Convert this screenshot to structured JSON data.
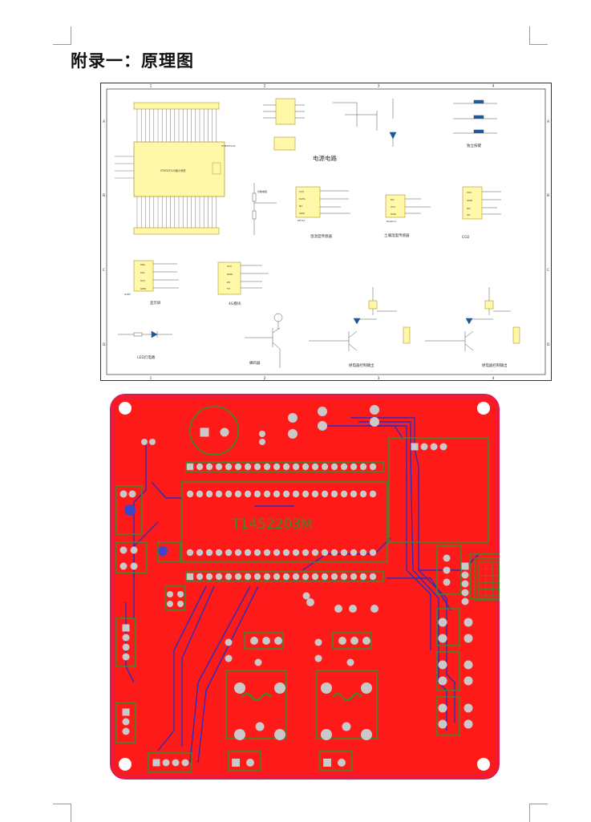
{
  "page": {
    "heading": "附录一：原理图"
  },
  "schematic": {
    "columns": [
      "1",
      "2",
      "3",
      "4"
    ],
    "rows": [
      "A",
      "B",
      "C",
      "D"
    ],
    "labels": {
      "mcu_module": "STM32F103最小系统",
      "mcu_part": "STM32F103",
      "power_circuit": "电源电路",
      "buttons": "独立按键",
      "temp_humidity": "温湿度传感器",
      "soil_humidity": "土壤湿度传感器",
      "co2": "CO2",
      "display": "显示屏",
      "module_4g": "4G模块",
      "led_circuit": "LED灯电路",
      "buzzer": "蜂鸣器",
      "relay_ctrl_1": "继电器控制输出",
      "relay_ctrl_2": "继电器控制输出"
    },
    "parts": {
      "dht11": "DHT11",
      "oled": "OLED",
      "moisture": "Moisture",
      "light": "光敏电阻",
      "npn": "NPN",
      "led": "LED"
    }
  },
  "pcb": {
    "chip_label": "T1452203M",
    "colors": {
      "board": "#ff1a1a",
      "silk": "#2f8f2f",
      "pad": "#c9c9c9",
      "trace": "#2d2dbb",
      "outline": "#d81b60"
    }
  }
}
